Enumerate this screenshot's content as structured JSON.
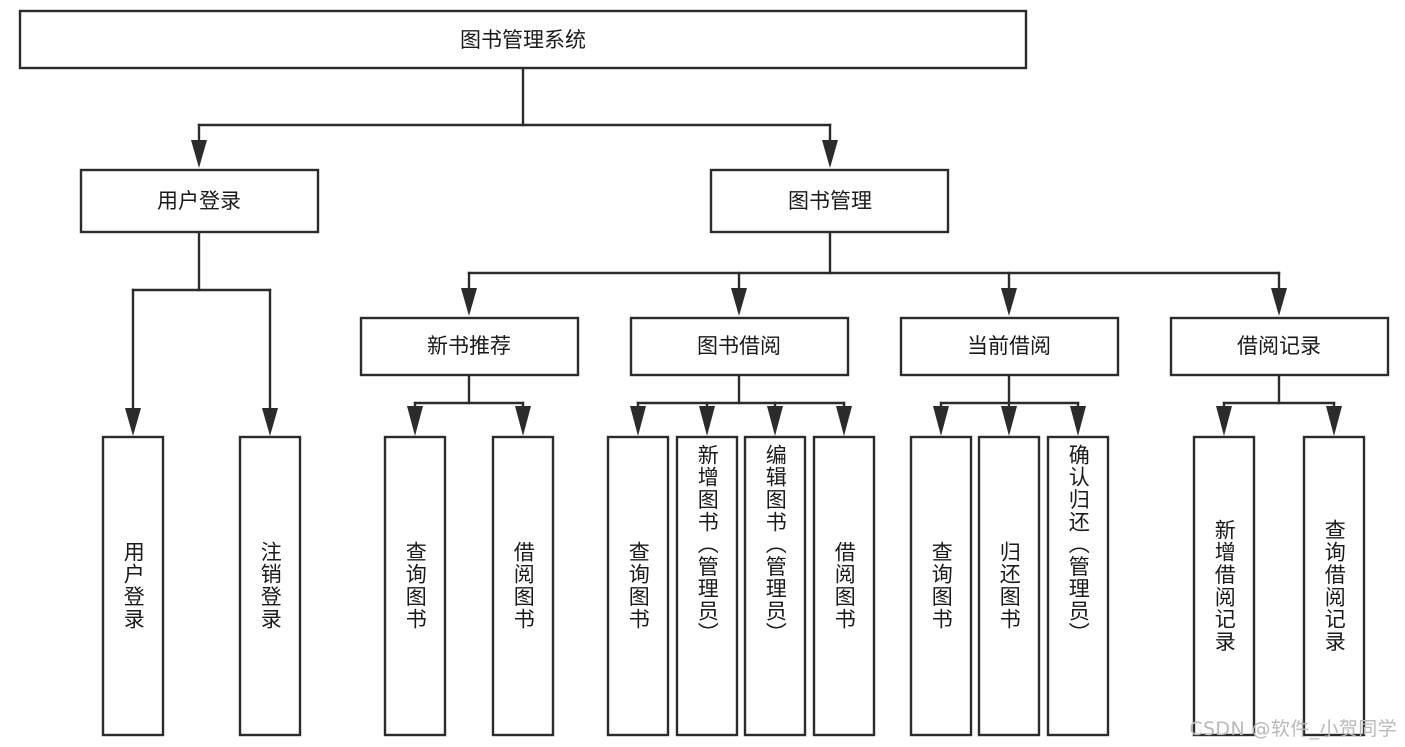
{
  "diagram": {
    "type": "tree-hierarchy",
    "title": "图书管理系统",
    "root": {
      "id": "root",
      "label": "图书管理系统",
      "orientation": "horizontal"
    },
    "level2": [
      {
        "id": "user-login",
        "label": "用户登录",
        "orientation": "horizontal"
      },
      {
        "id": "book-manage",
        "label": "图书管理",
        "orientation": "horizontal"
      }
    ],
    "level3": [
      {
        "id": "new-book-recommend",
        "label": "新书推荐",
        "parent": "book-manage",
        "orientation": "horizontal"
      },
      {
        "id": "book-borrow",
        "label": "图书借阅",
        "parent": "book-manage",
        "orientation": "horizontal"
      },
      {
        "id": "current-borrow",
        "label": "当前借阅",
        "parent": "book-manage",
        "orientation": "horizontal"
      },
      {
        "id": "borrow-record",
        "label": "借阅记录",
        "parent": "book-manage",
        "orientation": "horizontal"
      }
    ],
    "leaves": [
      {
        "id": "leaf-user-login",
        "label": "用户登录",
        "parent": "user-login",
        "orientation": "vertical"
      },
      {
        "id": "leaf-user-logout",
        "label": "注销登录",
        "parent": "user-login",
        "orientation": "vertical"
      },
      {
        "id": "leaf-rec-query-book",
        "label": "查询图书",
        "parent": "new-book-recommend",
        "orientation": "vertical"
      },
      {
        "id": "leaf-rec-borrow-book",
        "label": "借阅图书",
        "parent": "new-book-recommend",
        "orientation": "vertical"
      },
      {
        "id": "leaf-borrow-query-book",
        "label": "查询图书",
        "parent": "book-borrow",
        "orientation": "vertical"
      },
      {
        "id": "leaf-borrow-add-book",
        "label": "新增图书（管理员）",
        "parent": "book-borrow",
        "orientation": "vertical"
      },
      {
        "id": "leaf-borrow-edit-book",
        "label": "编辑图书（管理员）",
        "parent": "book-borrow",
        "orientation": "vertical"
      },
      {
        "id": "leaf-borrow-lend-book",
        "label": "借阅图书",
        "parent": "book-borrow",
        "orientation": "vertical"
      },
      {
        "id": "leaf-cur-query-book",
        "label": "查询图书",
        "parent": "current-borrow",
        "orientation": "vertical"
      },
      {
        "id": "leaf-cur-return-book",
        "label": "归还图书",
        "parent": "current-borrow",
        "orientation": "vertical"
      },
      {
        "id": "leaf-cur-confirm-return",
        "label": "确认归还（管理员）",
        "parent": "current-borrow",
        "orientation": "vertical"
      },
      {
        "id": "leaf-rec-add-record",
        "label": "新增借阅记录",
        "parent": "borrow-record",
        "orientation": "vertical"
      },
      {
        "id": "leaf-rec-query-record",
        "label": "查询借阅记录",
        "parent": "borrow-record",
        "orientation": "vertical"
      }
    ],
    "watermark": "CSDN @软件_小贺同学",
    "colors": {
      "stroke": "#2b2b2b",
      "fill": "#ffffff",
      "text": "#1a1a1a",
      "watermark": "#b9b9b9"
    }
  }
}
